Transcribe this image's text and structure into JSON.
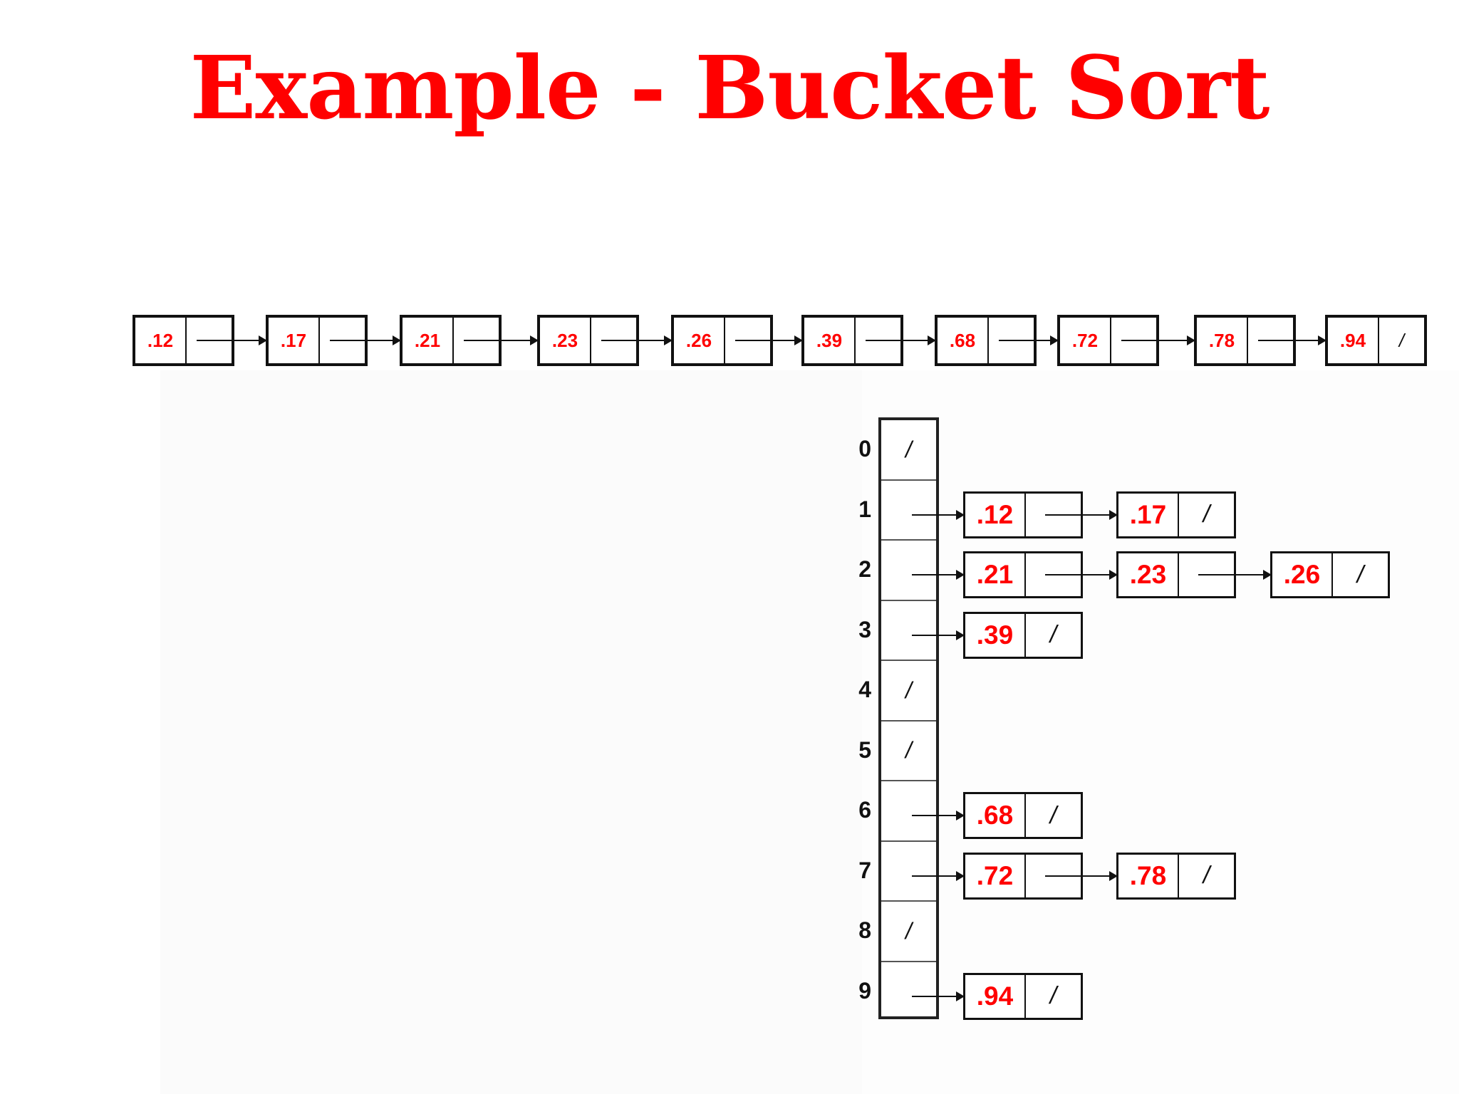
{
  "title": "Example - Bucket Sort",
  "colors": {
    "value_text": "#ff0000",
    "title": "#ff0000",
    "outline": "#111111"
  },
  "sorted_list": [
    {
      "value": ".12",
      "next": ""
    },
    {
      "value": ".17",
      "next": ""
    },
    {
      "value": ".21",
      "next": ""
    },
    {
      "value": ".23",
      "next": ""
    },
    {
      "value": ".26",
      "next": ""
    },
    {
      "value": ".39",
      "next": ""
    },
    {
      "value": ".68",
      "next": ""
    },
    {
      "value": ".72",
      "next": ""
    },
    {
      "value": ".78",
      "next": ""
    },
    {
      "value": ".94",
      "next": "/"
    }
  ],
  "buckets": [
    {
      "index": "0",
      "pointer": "/",
      "items": []
    },
    {
      "index": "1",
      "pointer": "",
      "items": [
        {
          "value": ".12",
          "next": ""
        },
        {
          "value": ".17",
          "next": "/"
        }
      ]
    },
    {
      "index": "2",
      "pointer": "",
      "items": [
        {
          "value": ".21",
          "next": ""
        },
        {
          "value": ".23",
          "next": ""
        },
        {
          "value": ".26",
          "next": "/"
        }
      ]
    },
    {
      "index": "3",
      "pointer": "",
      "items": [
        {
          "value": ".39",
          "next": "/"
        }
      ]
    },
    {
      "index": "4",
      "pointer": "/",
      "items": []
    },
    {
      "index": "5",
      "pointer": "/",
      "items": []
    },
    {
      "index": "6",
      "pointer": "",
      "items": [
        {
          "value": ".68",
          "next": "/"
        }
      ]
    },
    {
      "index": "7",
      "pointer": "",
      "items": [
        {
          "value": ".72",
          "next": ""
        },
        {
          "value": ".78",
          "next": "/"
        }
      ]
    },
    {
      "index": "8",
      "pointer": "/",
      "items": []
    },
    {
      "index": "9",
      "pointer": "",
      "items": [
        {
          "value": ".94",
          "next": "/"
        }
      ]
    }
  ]
}
